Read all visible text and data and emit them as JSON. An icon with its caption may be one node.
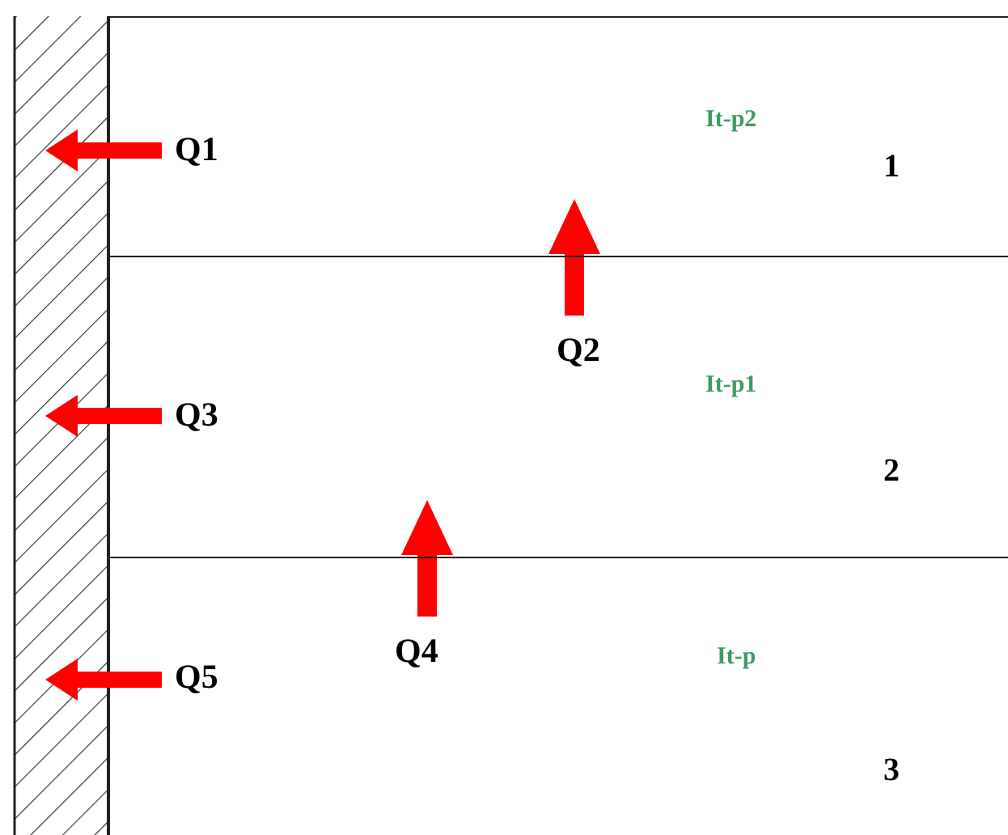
{
  "diagram": {
    "nodes": [
      {
        "text": [
          "It-p2",
          "1"
        ]
      },
      {
        "text": [
          "It-p1",
          "2"
        ]
      },
      {
        "text": [
          "It-p",
          "3"
        ]
      }
    ],
    "edges": [
      {
        "from": 1,
        "to": 0,
        "arrow": "to",
        "label": "Q2"
      },
      {
        "from": 2,
        "to": 1,
        "arrow": "to",
        "label": "Q4"
      }
    ],
    "labels": [
      "Q1",
      "Q3",
      "Q5"
    ]
  }
}
